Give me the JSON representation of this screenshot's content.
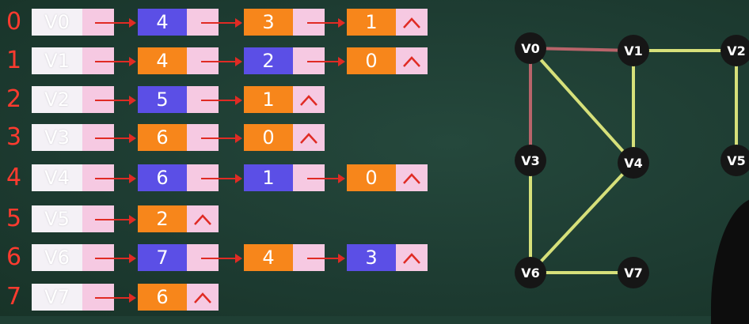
{
  "row_indices": [
    "0",
    "1",
    "2",
    "3",
    "4",
    "5",
    "6",
    "7"
  ],
  "head_labels": [
    "V0",
    "V1",
    "V2",
    "V3",
    "V4",
    "V5",
    "V6",
    "V7"
  ],
  "colors": {
    "orange": "#f7861b",
    "blue": "#5b4fe6",
    "pink": "#f6c9e2",
    "arrow": "#e02b24",
    "edge": "#d6e07a",
    "edge_highlight": "#b8646a"
  },
  "adjacency": [
    [
      {
        "v": "4",
        "c": "blue"
      },
      {
        "v": "3",
        "c": "orange"
      },
      {
        "v": "1",
        "c": "orange"
      }
    ],
    [
      {
        "v": "4",
        "c": "orange"
      },
      {
        "v": "2",
        "c": "blue"
      },
      {
        "v": "0",
        "c": "orange"
      }
    ],
    [
      {
        "v": "5",
        "c": "blue"
      },
      {
        "v": "1",
        "c": "orange"
      }
    ],
    [
      {
        "v": "6",
        "c": "orange"
      },
      {
        "v": "0",
        "c": "orange"
      }
    ],
    [
      {
        "v": "6",
        "c": "blue"
      },
      {
        "v": "1",
        "c": "blue"
      },
      {
        "v": "0",
        "c": "orange"
      }
    ],
    [
      {
        "v": "2",
        "c": "orange"
      }
    ],
    [
      {
        "v": "7",
        "c": "blue"
      },
      {
        "v": "4",
        "c": "orange"
      },
      {
        "v": "3",
        "c": "blue"
      }
    ],
    [
      {
        "v": "6",
        "c": "orange"
      }
    ]
  ],
  "graph": {
    "vertices": [
      "V0",
      "V1",
      "V2",
      "V3",
      "V4",
      "V5",
      "V6",
      "V7"
    ],
    "edges": [
      {
        "from": "V0",
        "to": "V1",
        "highlight": true
      },
      {
        "from": "V0",
        "to": "V3",
        "highlight": true
      },
      {
        "from": "V0",
        "to": "V4",
        "highlight": false
      },
      {
        "from": "V1",
        "to": "V2",
        "highlight": false
      },
      {
        "from": "V1",
        "to": "V4",
        "highlight": false
      },
      {
        "from": "V2",
        "to": "V5",
        "highlight": false
      },
      {
        "from": "V3",
        "to": "V6",
        "highlight": false
      },
      {
        "from": "V4",
        "to": "V6",
        "highlight": false
      },
      {
        "from": "V6",
        "to": "V7",
        "highlight": false
      }
    ]
  }
}
